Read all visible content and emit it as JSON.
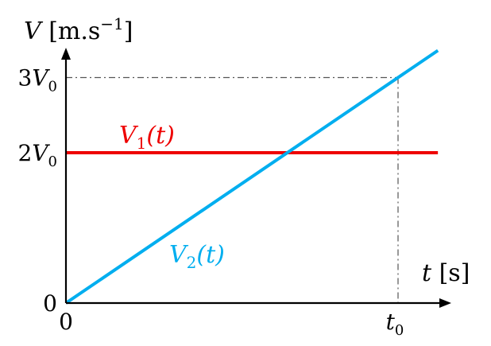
{
  "chart_data": {
    "type": "line",
    "x_label": {
      "var": "t",
      "unit": "[s]"
    },
    "y_label": {
      "var": "V",
      "unit": "[m.s",
      "exp": "−1",
      "close": "]"
    },
    "x_ticks": [
      {
        "value": 0,
        "main": "0",
        "sub": ""
      },
      {
        "value": 1,
        "main": "t",
        "sub": "0",
        "italic": true
      }
    ],
    "y_ticks": [
      {
        "value": 0,
        "coef": "",
        "main": "0",
        "sub": ""
      },
      {
        "value": 2,
        "coef": "2",
        "main": "V",
        "sub": "0"
      },
      {
        "value": 3,
        "coef": "3",
        "main": "V",
        "sub": "0"
      }
    ],
    "x_range": [
      0,
      1.12
    ],
    "y_range": [
      0,
      3.45
    ],
    "series": [
      {
        "name": "V1(t)",
        "label_main": "V",
        "label_sub": "1",
        "label_arg": "(t)",
        "color": "#ee0000",
        "x": [
          0,
          1.12
        ],
        "y": [
          2,
          2
        ]
      },
      {
        "name": "V2(t)",
        "label_main": "V",
        "label_sub": "2",
        "label_arg": "(t)",
        "color": "#00aeef",
        "x": [
          0,
          1.12
        ],
        "y": [
          0,
          3.36
        ]
      }
    ],
    "guide_point": {
      "x": 1,
      "y": 3
    },
    "colors": {
      "axis": "#000000",
      "guide": "#555555"
    }
  }
}
